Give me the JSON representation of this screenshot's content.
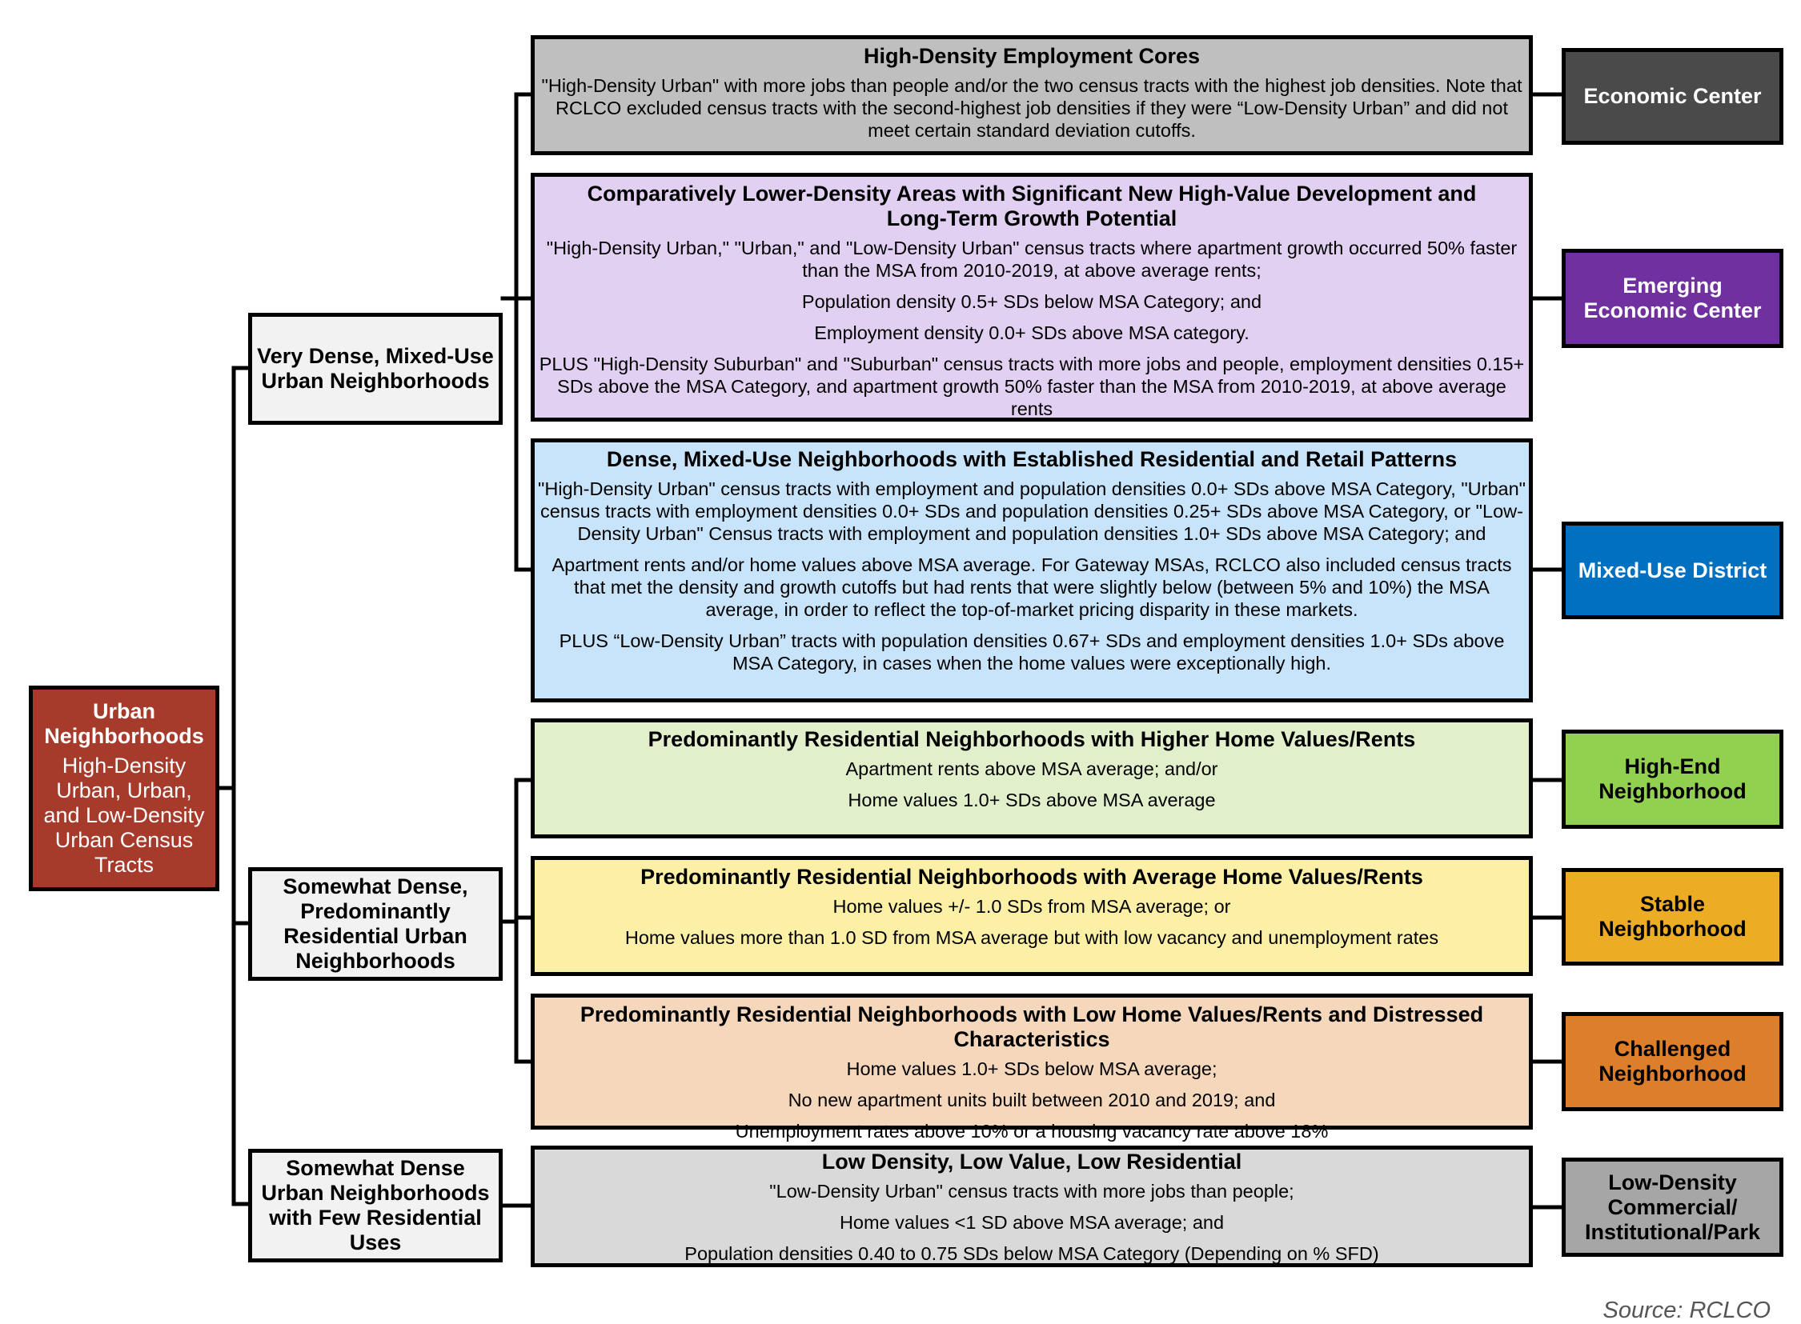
{
  "root": {
    "title": "Urban Neighborhoods",
    "subtitle": "High-Density Urban, Urban, and Low-Density Urban Census Tracts"
  },
  "categories": [
    "Very Dense, Mixed-Use Urban Neighborhoods",
    "Somewhat Dense, Predominantly Residential Urban Neighborhoods",
    "Somewhat Dense Urban Neighborhoods with Few Residential Uses"
  ],
  "details": [
    {
      "title": "High-Density Employment Cores",
      "lines": [
        "\"High-Density Urban\" with more jobs than people and/or the two census tracts with the highest job densities. Note that RCLCO excluded census tracts with the second-highest job densities if they were “Low-Density Urban” and did not meet certain standard deviation cutoffs."
      ],
      "color": "#BFBFBF"
    },
    {
      "title": "Comparatively Lower-Density Areas with Significant New High-Value Development and Long-Term Growth Potential",
      "lines": [
        "\"High-Density Urban,\" \"Urban,\" and \"Low-Density Urban\" census tracts where apartment growth occurred 50% faster than the MSA from 2010-2019, at above average rents;",
        "Population density 0.5+ SDs below MSA Category; and",
        "Employment density 0.0+ SDs above MSA category.",
        "PLUS \"High-Density Suburban\" and \"Suburban\" census tracts with more jobs and people, employment densities 0.15+ SDs above the MSA Category, and apartment growth 50% faster than the MSA from 2010-2019, at above average rents"
      ],
      "color": "#E2D0F2"
    },
    {
      "title": "Dense, Mixed-Use Neighborhoods with Established Residential and Retail Patterns",
      "lines": [
        "\"High-Density Urban\" census tracts with employment and population densities 0.0+ SDs above MSA Category, \"Urban\" census tracts with employment densities 0.0+ SDs and population densities 0.25+ SDs above MSA Category, or \"Low-Density Urban\" Census tracts with employment and population densities 1.0+ SDs above MSA Category; and",
        "Apartment rents and/or home values above MSA average. For Gateway MSAs, RCLCO also included census tracts that met the density and growth cutoffs but had rents that were slightly below (between 5% and 10%) the MSA average, in order to reflect the top-of-market pricing disparity in these markets.",
        "PLUS “Low-Density Urban” tracts with population densities 0.67+ SDs and employment densities 1.0+ SDs above MSA Category, in cases when the home values were exceptionally high."
      ],
      "color": "#C8E4FA"
    },
    {
      "title": "Predominantly Residential Neighborhoods with Higher Home Values/Rents",
      "lines": [
        "Apartment rents above MSA average; and/or",
        "Home values 1.0+ SDs above MSA average"
      ],
      "color": "#E1F0CB"
    },
    {
      "title": "Predominantly Residential Neighborhoods with Average Home Values/Rents",
      "lines": [
        "Home values +/- 1.0 SDs from MSA average; or",
        "Home values more than 1.0 SD from MSA average but with low vacancy and unemployment rates"
      ],
      "color": "#FCEFA6"
    },
    {
      "title": "Predominantly Residential Neighborhoods with Low Home Values/Rents and Distressed Characteristics",
      "lines": [
        "Home values 1.0+ SDs below MSA average;",
        "No new apartment units built between 2010 and 2019; and",
        "Unemployment rates above 10% or a housing vacancy rate above 18%"
      ],
      "color": "#F5D7BC"
    },
    {
      "title": "Low Density, Low Value, Low Residential",
      "lines": [
        "\"Low-Density Urban\" census tracts with more jobs than people;",
        "Home values <1 SD above MSA average; and",
        "Population densities 0.40 to 0.75 SDs below MSA Category (Depending on % SFD)"
      ],
      "color": "#D9D9D9"
    }
  ],
  "labels": [
    {
      "text": "Economic Center",
      "color": "#4A4A4A"
    },
    {
      "text": "Emerging Economic Center",
      "color": "#7030A0"
    },
    {
      "text": "Mixed-Use District",
      "color": "#0070C0"
    },
    {
      "text": "High-End Neighborhood",
      "color": "#92D050"
    },
    {
      "text": "Stable Neighborhood",
      "color": "#ECAC24"
    },
    {
      "text": "Challenged Neighborhood",
      "color": "#DD7F2A"
    },
    {
      "text": "Low-Density Commercial/ Institutional/Park",
      "color": "#A6A6A6"
    }
  ],
  "source": "Source: RCLCO"
}
